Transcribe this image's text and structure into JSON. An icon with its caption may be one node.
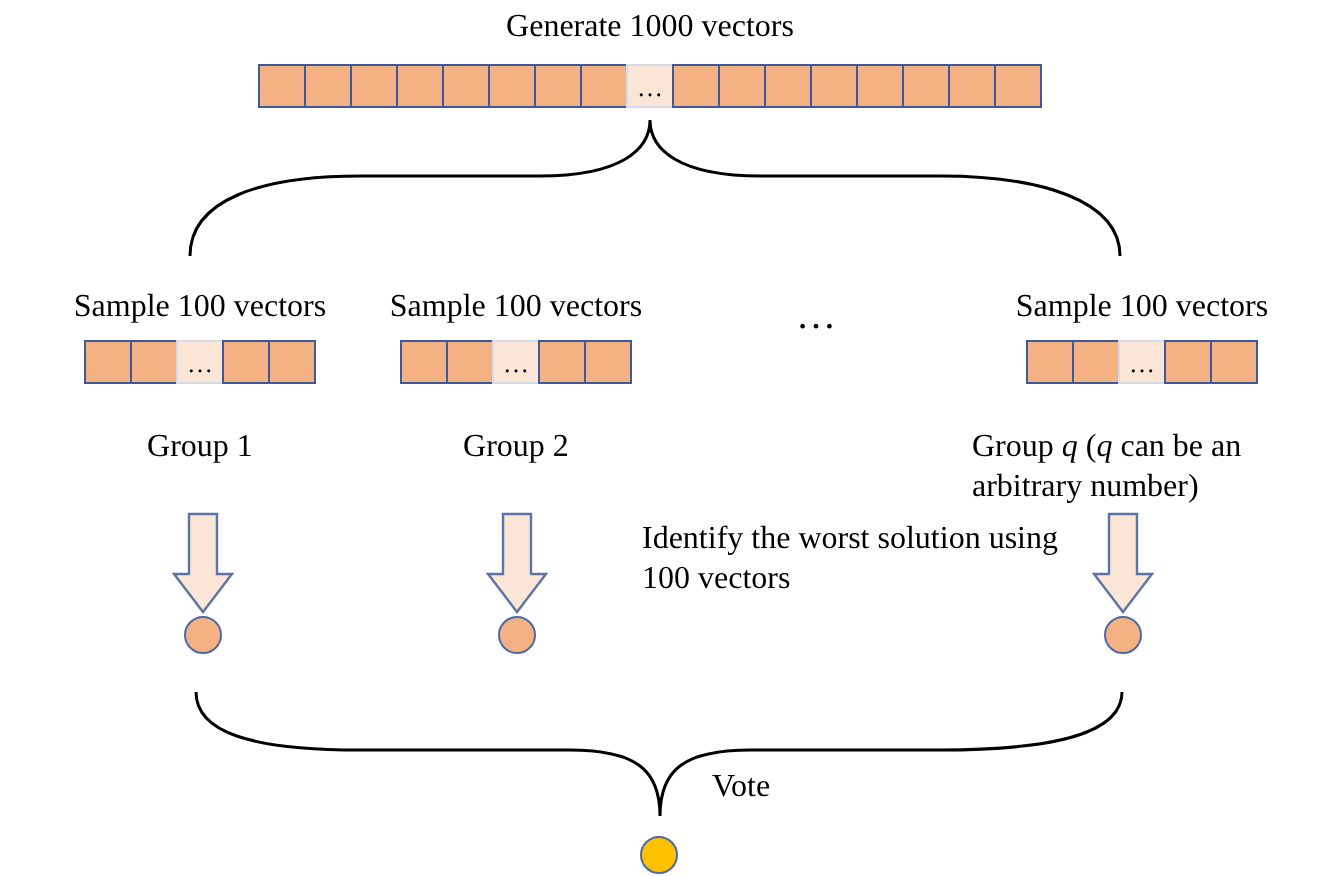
{
  "diagram": {
    "nodes": [
      {
        "text": [
          "Generate 1000 vectors",
          "…"
        ]
      },
      {
        "text": [
          "Sample 100 vectors",
          "…"
        ],
        "beside": [
          "Group 1"
        ]
      },
      {
        "text": [
          "Sample 100 vectors",
          "…"
        ],
        "beside": [
          "Group 2"
        ]
      },
      {
        "text": [
          "Sample 100 vectors",
          "…"
        ],
        "beside": [
          "Group *q* (*q* can be an arbitrary number)"
        ]
      },
      {
        "text": [],
        "shape": "circle"
      },
      {
        "text": [],
        "shape": "circle"
      },
      {
        "text": [],
        "shape": "circle"
      },
      {
        "text": [],
        "shape": "circle"
      }
    ],
    "edges": [
      {
        "from": 1,
        "to": 4,
        "arrow": "to"
      },
      {
        "from": 2,
        "to": 5,
        "arrow": "to"
      },
      {
        "from": 3,
        "to": 6,
        "arrow": "to"
      }
    ],
    "labels": [
      "…",
      "Identify the worst solution using 100 vectors",
      "Vote"
    ]
  }
}
